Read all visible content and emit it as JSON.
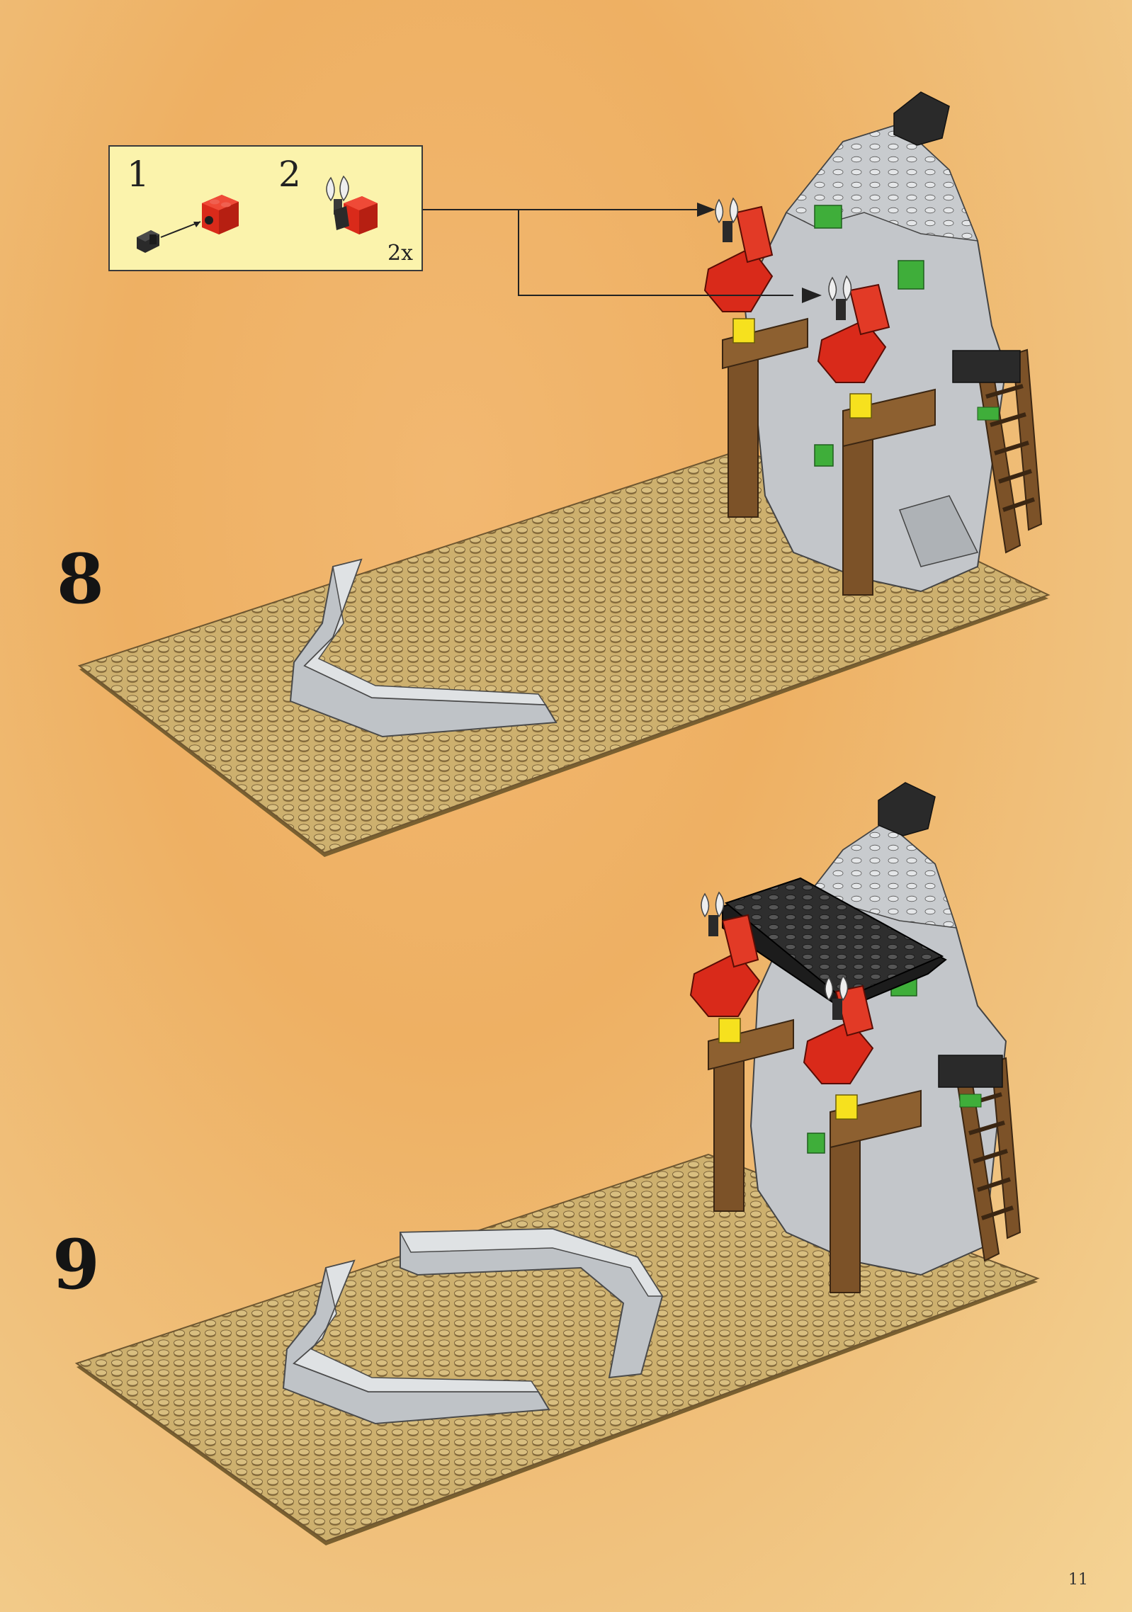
{
  "callout": {
    "sub_steps": [
      "1",
      "2"
    ],
    "multiplier": "2x"
  },
  "steps": [
    {
      "number": "8"
    },
    {
      "number": "9"
    }
  ],
  "page_number": "11",
  "colors": {
    "background": "#f0b86c",
    "baseplate": "#cdb06e",
    "stud": "#b99a5a",
    "rock": "#c8cbce",
    "wood": "#7c5228",
    "red": "#d92a1a",
    "yellow": "#f6e11e",
    "black": "#2a2a2a",
    "green": "#3fae3a"
  },
  "icons": [
    "red-brick-icon",
    "black-clip-icon",
    "sword-icon",
    "arrow-icon"
  ]
}
